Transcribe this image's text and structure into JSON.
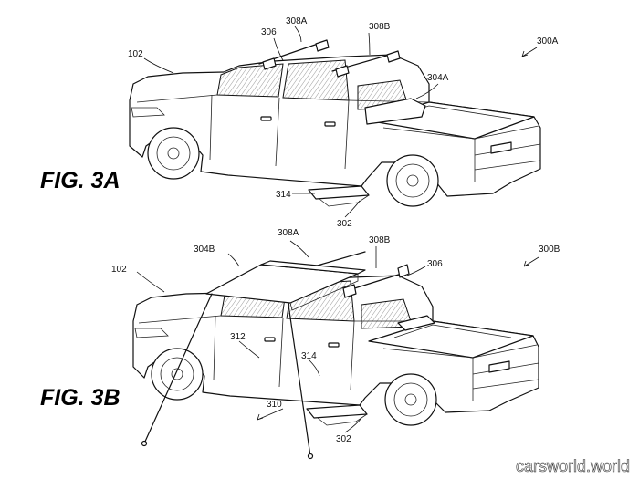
{
  "figures": [
    {
      "id": "3A",
      "caption": "FIG. 3A",
      "reference_numerals": [
        "102",
        "306",
        "308A",
        "308B",
        "300A",
        "304A",
        "314",
        "302"
      ]
    },
    {
      "id": "3B",
      "caption": "FIG. 3B",
      "reference_numerals": [
        "308A",
        "304B",
        "308B",
        "306",
        "300B",
        "102",
        "312",
        "314",
        "310",
        "302"
      ]
    }
  ],
  "watermark": "carsworld.world",
  "labels": {
    "a_102": "102",
    "a_306": "306",
    "a_308A": "308A",
    "a_308B": "308B",
    "a_300A": "300A",
    "a_304A": "304A",
    "a_314": "314",
    "a_302": "302",
    "b_308A": "308A",
    "b_304B": "304B",
    "b_308B": "308B",
    "b_306": "306",
    "b_300B": "300B",
    "b_102": "102",
    "b_312": "312",
    "b_314": "314",
    "b_310": "310",
    "b_302": "302"
  }
}
